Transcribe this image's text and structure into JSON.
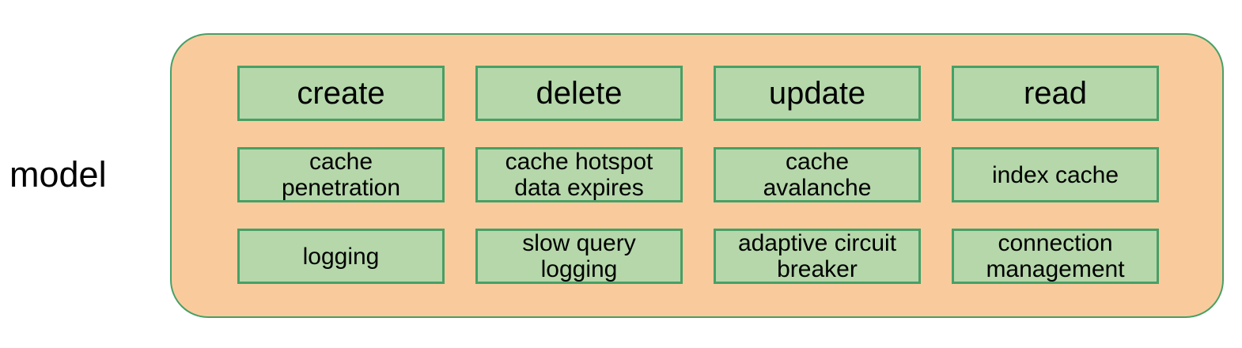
{
  "diagram": {
    "side_label": "model",
    "palette": {
      "background": "#FFFFFF",
      "container_fill": "#F9CB9C",
      "container_border": "#47A066",
      "box_fill": "#B5D7AA",
      "box_border": "#47A066",
      "text_color": "#000000"
    },
    "grid": {
      "rows": [
        {
          "cells": [
            "create",
            "delete",
            "update",
            "read"
          ]
        },
        {
          "cells": [
            "cache\npenetration",
            "cache hotspot\ndata expires",
            "cache\navalanche",
            "index cache"
          ]
        },
        {
          "cells": [
            "logging",
            "slow query\nlogging",
            "adaptive circuit\nbreaker",
            "connection\nmanagement"
          ]
        }
      ]
    }
  }
}
